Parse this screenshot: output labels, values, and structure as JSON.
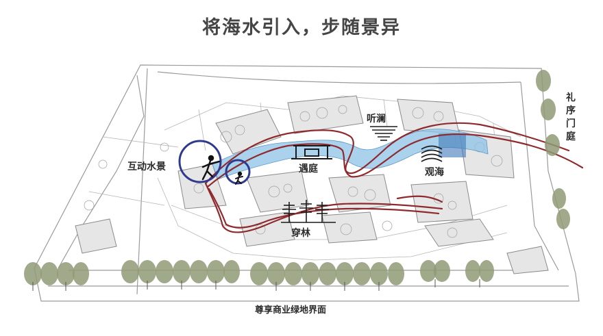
{
  "title": "将海水引入，步随景异",
  "labels": {
    "interactive_water": "互动水景",
    "tinglan": "听澜",
    "yuting": "遇庭",
    "guanhai": "观海",
    "chuanlin": "穿林",
    "ceremonial_gate": "礼序门庭",
    "commercial_edge": "尊享商业绿地界面"
  },
  "colors": {
    "route_red": "#8e2a2e",
    "circle_blue": "#2f3a8c",
    "water_blue": "#7fb8e0",
    "tree_green": "#8f9a76",
    "plan_line": "#8a8a8a"
  }
}
